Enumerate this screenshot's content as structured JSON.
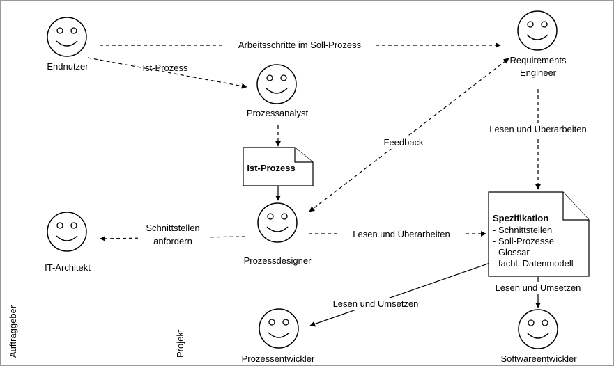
{
  "swimlanes": {
    "left": "Auftraggeber",
    "right": "Projekt"
  },
  "actors": {
    "endnutzer": "Endnutzer",
    "requirements_engineer_line1": "Requirements",
    "requirements_engineer_line2": "Engineer",
    "prozessanalyst": "Prozessanalyst",
    "prozessdesigner": "Prozessdesigner",
    "it_architekt": "IT-Architekt",
    "prozessentwickler": "Prozessentwickler",
    "softwareentwickler": "Softwareentwickler"
  },
  "documents": {
    "ist_prozess": "Ist-Prozess",
    "spezifikation": {
      "title": "Spezifikation",
      "items": [
        "- Schnittstellen",
        "- Soll-Prozesse",
        "- Glossar",
        "- fachl. Datenmodell"
      ]
    }
  },
  "edges": {
    "arbeitsschritte": "Arbeitsschritte im Soll-Prozess",
    "ist_prozess": "Ist-Prozess",
    "feedback": "Feedback",
    "lesen_ueberarbeiten_re": "Lesen und Überarbeiten",
    "lesen_ueberarbeiten_pd": "Lesen und Überarbeiten",
    "schnittstellen_line1": "Schnittstellen",
    "schnittstellen_line2": "anfordern",
    "lesen_umsetzen_pe": "Lesen und Umsetzen",
    "lesen_umsetzen_se": "Lesen und Umsetzen"
  }
}
